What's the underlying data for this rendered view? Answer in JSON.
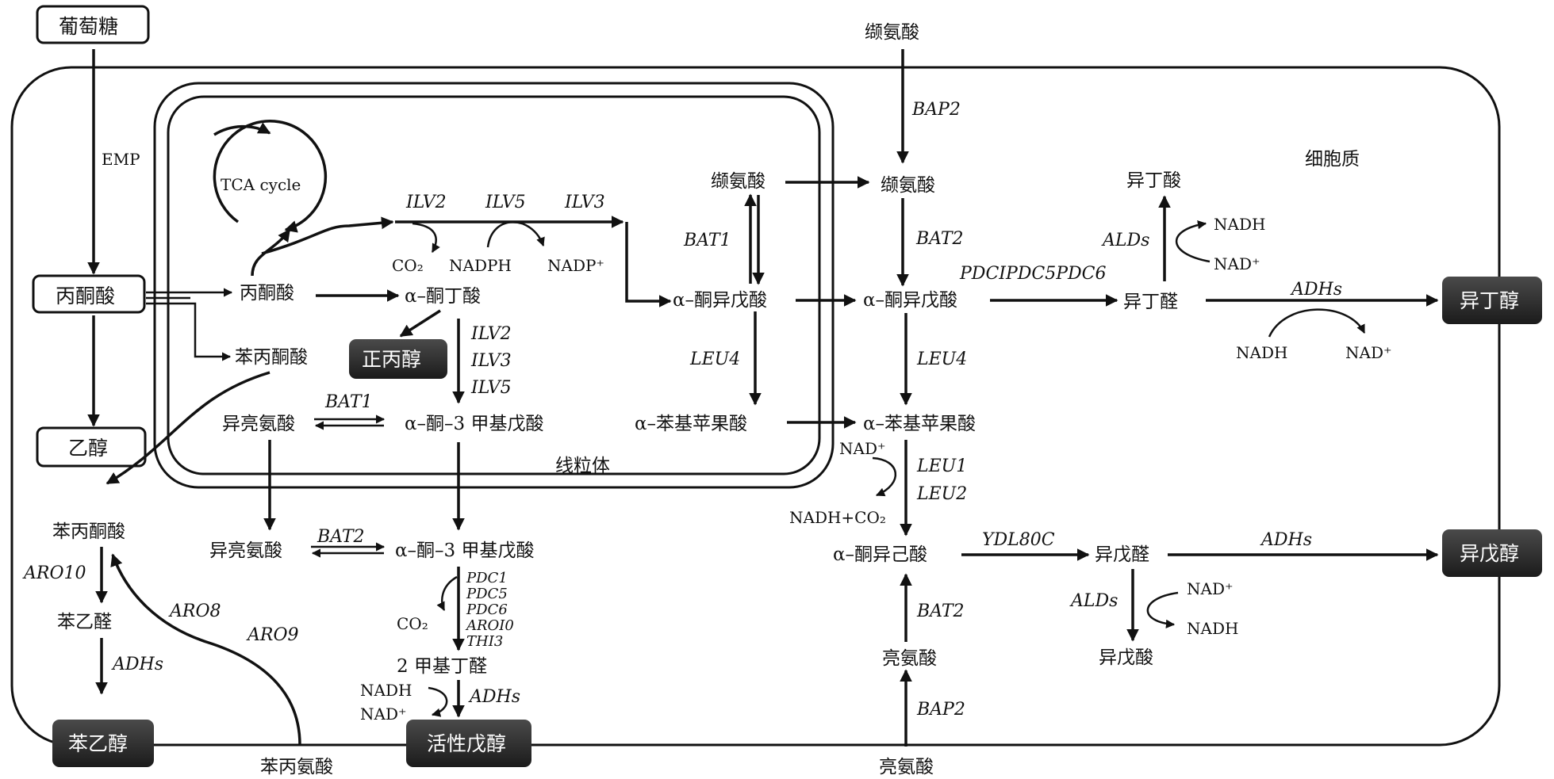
{
  "compartments": {
    "cytoplasm": "细胞质",
    "mitochondria": "线粒体",
    "tca": "TCA cycle"
  },
  "boxes": {
    "glucose": "葡萄糖",
    "pyruvate": "丙酮酸",
    "ethanol": "乙醇"
  },
  "products": {
    "isobutanol": "异丁醇",
    "isopentanol": "异戊醇",
    "phenylethanol": "苯乙醇",
    "active_amyl_alcohol": "活性戊醇",
    "n_propanol": "正丙醇"
  },
  "metabolites": {
    "valine_out": "缬氨酸",
    "valine_mito": "缬氨酸",
    "valine_cyto": "缬氨酸",
    "pyruvate_mito": "丙酮酸",
    "ketobutyrate": "α–酮丁酸",
    "kiv_mito": "α–酮异戊酸",
    "kiv_cyto": "α–酮异戊酸",
    "phenylpyruvate_mito": "苯丙酮酸",
    "isoleucine_mito": "异亮氨酸",
    "kmv_mito": "α–酮–3 甲基戊酸",
    "ipm_mito": "α–苯基苹果酸",
    "ipm_cyto": "α–苯基苹果酸",
    "phenylpyruvate": "苯丙酮酸",
    "isoleucine_cyto": "异亮氨酸",
    "kmv_cyto": "α–酮–3 甲基戊酸",
    "kic": "α–酮异己酸",
    "phenylacetaldehyde": "苯乙醛",
    "methylbutanal": "2 甲基丁醛",
    "isobutyraldehyde": "异丁醛",
    "isobutyric_acid": "异丁酸",
    "isovaleraldehyde": "异戊醛",
    "isovaleric_acid": "异戊酸",
    "leucine_cyto": "亮氨酸",
    "leucine_out": "亮氨酸",
    "phenylalanine": "苯丙氨酸"
  },
  "cofactors": {
    "co2_a": "CO₂",
    "nadph": "NADPH",
    "nadp": "NADP⁺",
    "nadh_1": "NADH",
    "nad_1": "NAD⁺",
    "nadh_2": "NADH",
    "nad_2": "NAD⁺",
    "nad_3": "NAD⁺",
    "nadh_co2": "NADH+CO₂",
    "nad_4": "NAD⁺",
    "nadh_4": "NADH",
    "co2_b": "CO₂",
    "nadh_5": "NADH",
    "nad_5": "NAD⁺"
  },
  "genes": {
    "emp": "EMP",
    "ilv2_top": "ILV2",
    "ilv5_top": "ILV5",
    "ilv3_top": "ILV3",
    "bat1_a": "BAT1",
    "bap2_top": "BAP2",
    "bat2_a": "BAT2",
    "alds_1": "ALDs",
    "pdc_line": "PDCIPDC5PDC6",
    "adhs_1": "ADHs",
    "ilv2_v": "ILV2",
    "ilv3_v": "ILV3",
    "ilv5_v": "ILV5",
    "leu4_a": "LEU4",
    "leu4_b": "LEU4",
    "bat1_b": "BAT1",
    "leu1": "LEU1",
    "leu2": "LEU2",
    "bat2_b": "BAT2",
    "ydl80c": "YDL80C",
    "adhs_2": "ADHs",
    "alds_2": "ALDs",
    "aro10": "ARO10",
    "aro8": "ARO8",
    "aro9": "ARO9",
    "adhs_3": "ADHs",
    "pdc1": "PDC1",
    "pdc5": "PDC5",
    "pdc6": "PDC6",
    "aro10_b": "AROI0",
    "thi3": "THI3",
    "adhs_4": "ADHs",
    "bat2_c": "BAT2",
    "bap2_bottom": "BAP2"
  },
  "colors": {
    "line": "#111111",
    "product_box": "#2b2b2b",
    "background": "#ffffff"
  }
}
